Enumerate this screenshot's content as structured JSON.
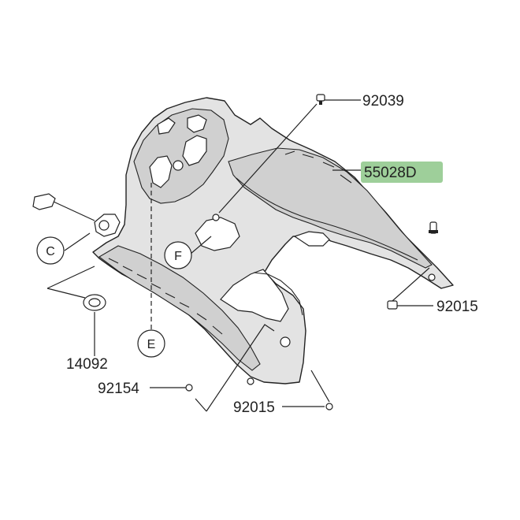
{
  "parts": {
    "p92039": "92039",
    "p55028D": "55028D",
    "p92015_right": "92015",
    "p14092": "14092",
    "p92154": "92154",
    "p92015_bottom": "92015"
  },
  "callouts": {
    "c": "C",
    "f": "F",
    "e": "E"
  },
  "colors": {
    "highlight": "#9ecf9a",
    "fairing_fill": "#e3e3e3",
    "line": "#222222"
  }
}
